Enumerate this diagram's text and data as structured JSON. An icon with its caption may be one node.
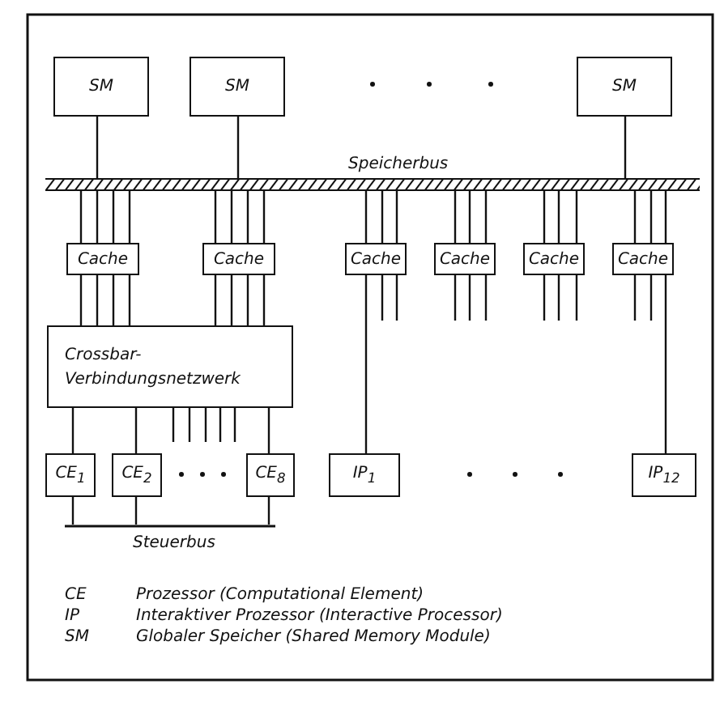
{
  "diagram": {
    "nodes": [
      {
        "text": [
          "SM"
        ]
      },
      {
        "text": [
          "SM"
        ]
      },
      {
        "text": [
          "SM"
        ]
      },
      {
        "text": [],
        "shape": "bar"
      },
      {
        "text": [
          "Cache"
        ]
      },
      {
        "text": [
          "Cache"
        ]
      },
      {
        "text": [
          "Cache"
        ]
      },
      {
        "text": [
          "Cache"
        ]
      },
      {
        "text": [
          "Cache"
        ]
      },
      {
        "text": [
          "Cache"
        ]
      },
      {
        "text": [
          "Crossbar- Verbindungsnetzwerk"
        ]
      },
      {
        "text": [
          "CE$_{1}$"
        ]
      },
      {
        "text": [
          "CE$_{2}$"
        ]
      },
      {
        "text": [
          "CE$_{8}$"
        ]
      },
      {
        "text": [
          "IP$_{1}$"
        ]
      },
      {
        "text": [
          "IP$_{12}$"
        ]
      },
      {
        "text": [],
        "shape": "bar"
      }
    ],
    "edges": [
      {
        "from": 0,
        "to": 3,
        "arrow": "none"
      },
      {
        "from": 1,
        "to": 3,
        "arrow": "none"
      },
      {
        "from": 2,
        "to": 3,
        "arrow": "none"
      },
      {
        "from": 3,
        "to": 4,
        "arrow": "none"
      },
      {
        "from": 3,
        "to": 5,
        "arrow": "none"
      },
      {
        "from": 3,
        "to": 6,
        "arrow": "none"
      },
      {
        "from": 3,
        "to": 7,
        "arrow": "none"
      },
      {
        "from": 3,
        "to": 8,
        "arrow": "none"
      },
      {
        "from": 3,
        "to": 9,
        "arrow": "none"
      },
      {
        "from": 4,
        "to": 10,
        "arrow": "none"
      },
      {
        "from": 5,
        "to": 10,
        "arrow": "none"
      },
      {
        "from": 10,
        "to": 11,
        "arrow": "none"
      },
      {
        "from": 10,
        "to": 12,
        "arrow": "none"
      },
      {
        "from": 10,
        "to": 13,
        "arrow": "none"
      },
      {
        "from": 6,
        "to": 14,
        "arrow": "none"
      },
      {
        "from": 9,
        "to": 15,
        "arrow": "none"
      },
      {
        "from": 11,
        "to": 16,
        "arrow": "none"
      },
      {
        "from": 12,
        "to": 16,
        "arrow": "none"
      },
      {
        "from": 13,
        "to": 16,
        "arrow": "none"
      }
    ],
    "labels": [
      "Speicherbus",
      "Steuerbus",
      "CE",
      "Prozessor (Computational Element)",
      "IP",
      "Interaktiver Prozessor (Interactive Processor)",
      "SM",
      "Globaler Speicher (Shared Memory Module)"
    ]
  }
}
